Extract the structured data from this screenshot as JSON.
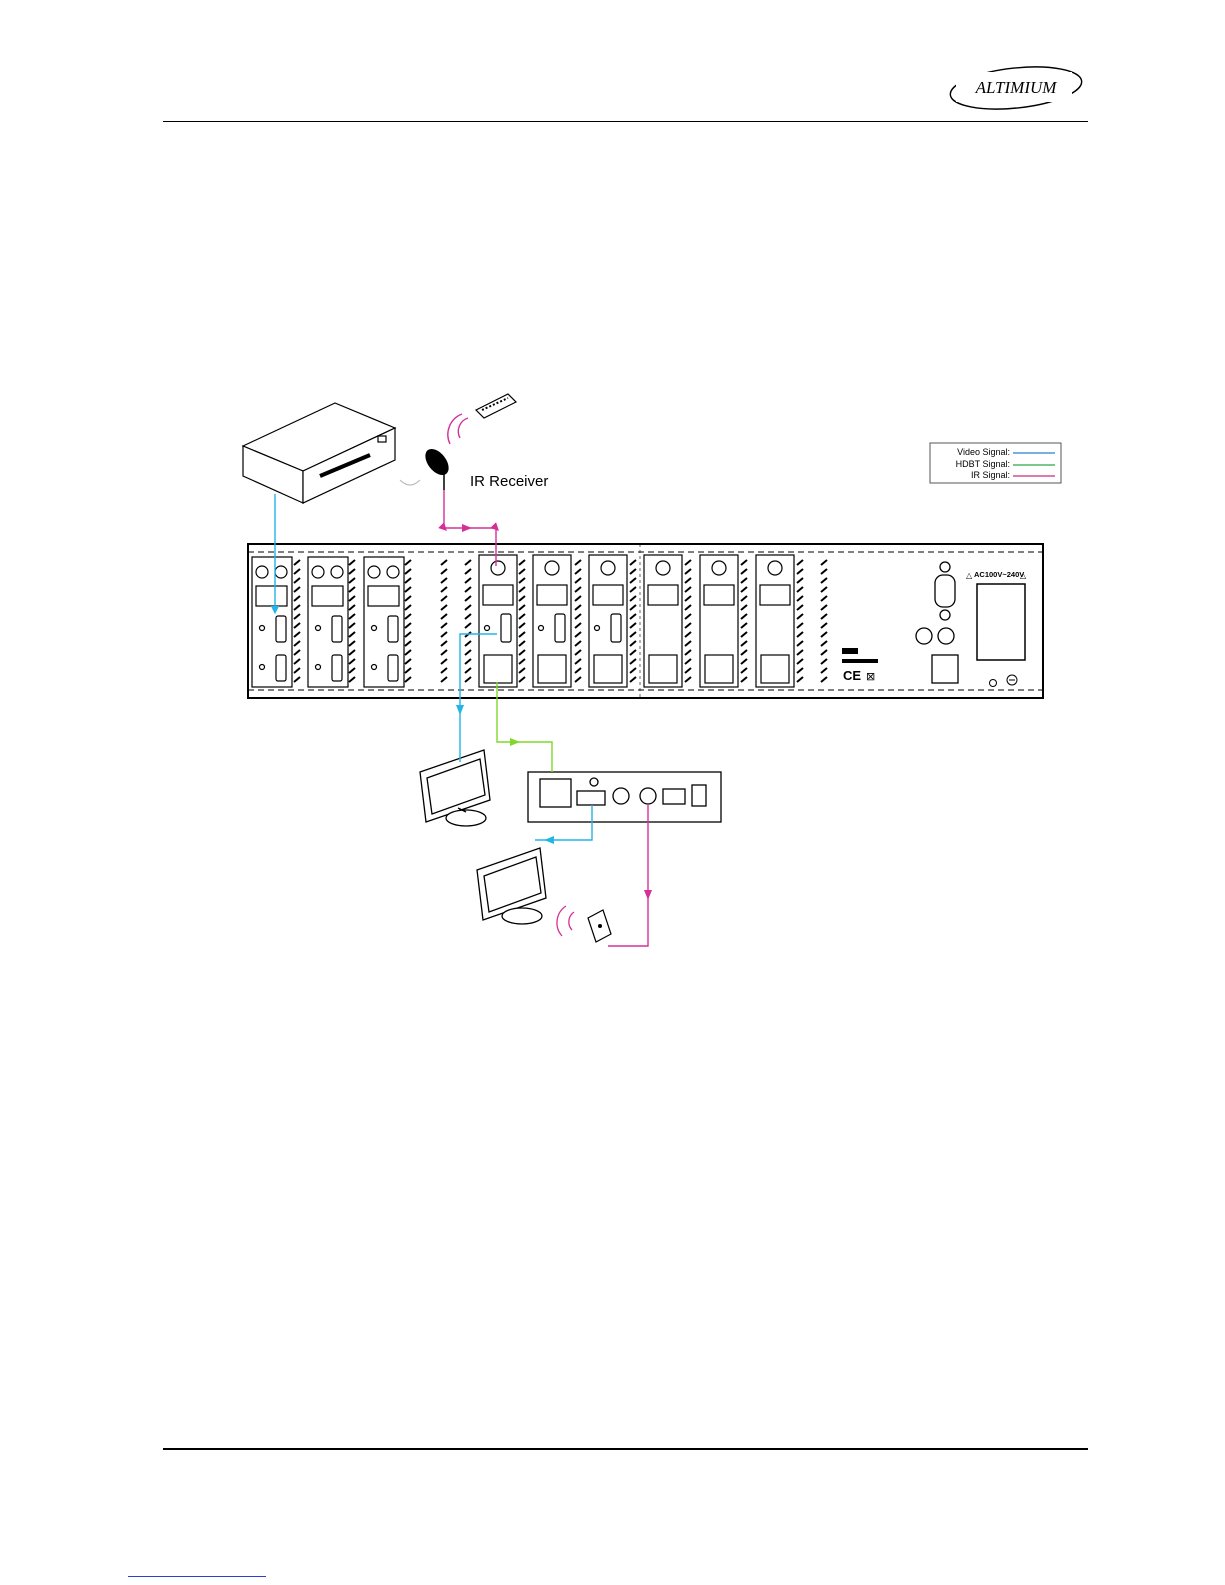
{
  "header": {
    "logo_text": "ALTIMIUM"
  },
  "diagram": {
    "ir_receiver_label": "IR Receiver",
    "legend": {
      "video": "Video Signal:",
      "hdbt": "HDBT  Signal:",
      "ir": "IR Signal:"
    },
    "power_label": "AC100V~240V",
    "colors": {
      "video": "#22b5e8",
      "hdbt": "#7fd82a",
      "ir": "#d5309a",
      "legend_video": "#2a7fd4",
      "legend_hdbt": "#2aa84a",
      "legend_ir": "#c2307a"
    }
  }
}
